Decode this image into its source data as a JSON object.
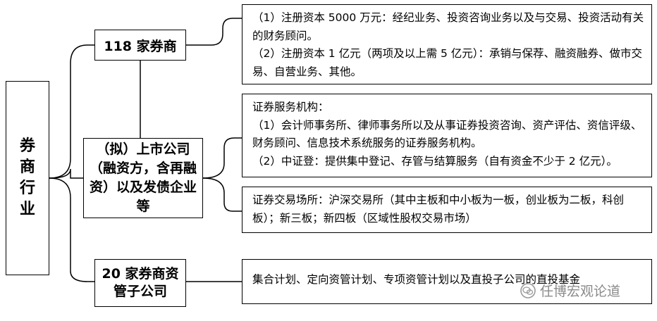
{
  "root": {
    "label": "券商行业"
  },
  "nodes": {
    "brokers": "118 家券商",
    "listed": "（拟）上市公司（融资方，含再融资）以及发债企业等",
    "asset_mgmt": "20 家券商资管子公司"
  },
  "details": {
    "brokers": [
      "（1）注册资本 5000 万元：经纪业务、投资咨询业务以及与交易、投资活动有关的财务顾问。",
      "（2）注册资本 1 亿元（两项及以上需 5 亿元）：承销与保荐、融资融券、做市交易、自营业务、其他。"
    ],
    "service_orgs": [
      "证券服务机构：",
      "（1）会计师事务所、律师事务所以及从事证券投资咨询、资产评估、资信评级、财务顾问、信息技术系统服务的证券服务机构。",
      "（2）中证登：提供集中登记、存管与结算服务（自有资金不少于 2 亿元）。"
    ],
    "exchanges": [
      "证券交易场所：沪深交易所（其中主板和中小板为一板，创业板为二板，科创板）；新三板；新四板（区域性股权交易市场）"
    ],
    "asset_mgmt": "集合计划、定向资管计划、专项资管计划以及直投子公司的直投基金"
  },
  "watermark": {
    "text": "任博宏观论道"
  }
}
